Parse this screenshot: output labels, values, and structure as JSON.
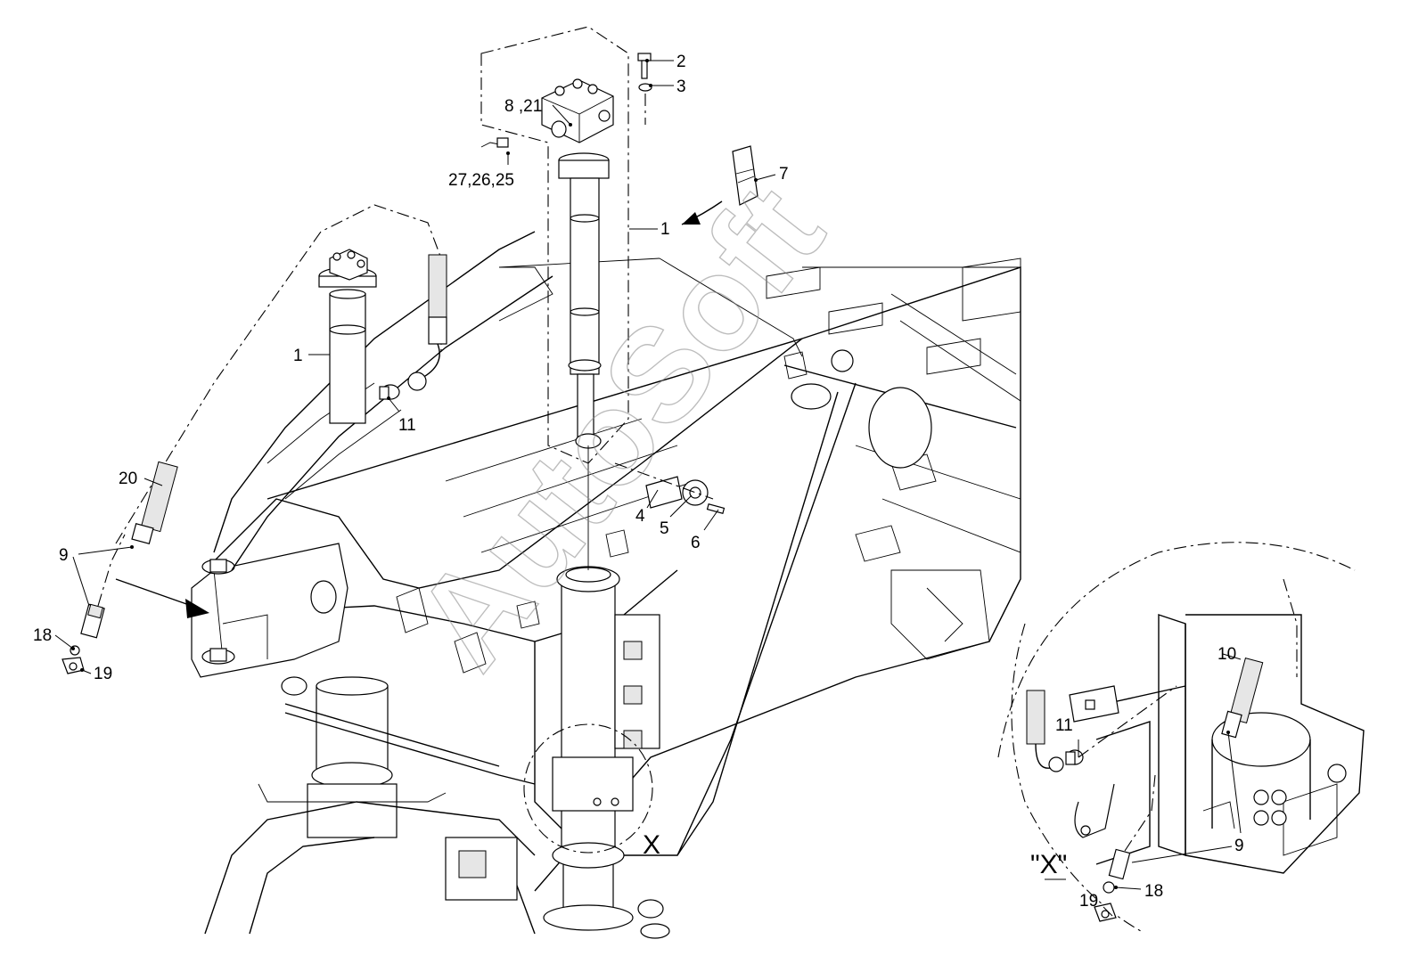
{
  "watermark": "AutoSoft",
  "detail_label": "X",
  "detail_title": "\"X\"",
  "callouts": {
    "c1_top": "1",
    "c1_left": "1",
    "c2": "2",
    "c3": "3",
    "c4": "4",
    "c5": "5",
    "c6": "6",
    "c7": "7",
    "c8_21": "8 ,21",
    "c9_left": "9",
    "c9_detail": "9",
    "c10": "10",
    "c11_left": "11",
    "c11_detail": "11",
    "c18_left": "18",
    "c18_detail": "18",
    "c19_left": "19",
    "c19_detail": "19",
    "c20": "20",
    "c27_26_25": "27,26,25"
  }
}
